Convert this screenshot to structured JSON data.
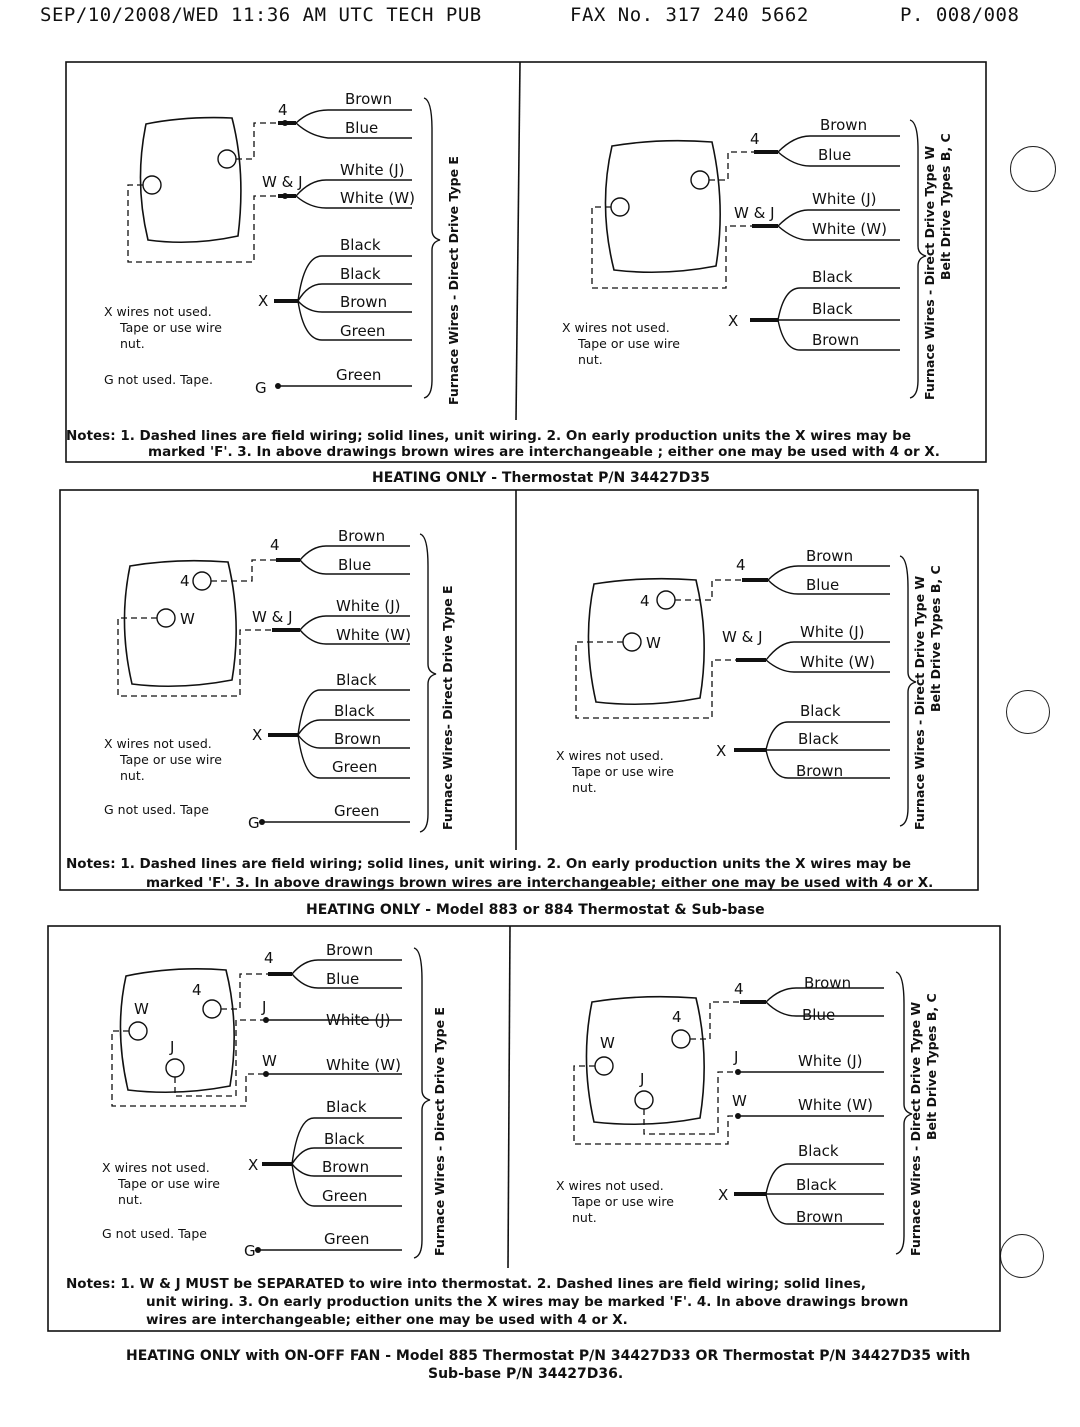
{
  "fax_header": {
    "date": "SEP/10/2008/WED 11:36 AM   UTC TECH PUB",
    "fax": "FAX No. 317 240 5662",
    "page": "P. 008/008"
  },
  "wire_labels": {
    "brown": "Brown",
    "blue": "Blue",
    "white_j": "White (J)",
    "white_w": "White (W)",
    "black": "Black",
    "green": "Green"
  },
  "terminal_labels": {
    "four": "4",
    "w_and_j": "W & J",
    "x": "X",
    "g": "G",
    "w": "W",
    "j": "J"
  },
  "side_labels": {
    "type_e": "Furnace Wires - Direct Drive Type E",
    "type_e_alt": "Furnace Wires- Direct Drive Type E",
    "type_w_line1": "Furnace Wires - Direct Drive Type W",
    "type_w_line2": "Belt Drive Types B, C"
  },
  "annotations": {
    "x_not_used_1": "X wires not used.",
    "x_not_used_2": "Tape or use wire",
    "x_not_used_3": "nut.",
    "g_not_used_tape": "G not used. Tape.",
    "g_not_used": "G not used. Tape"
  },
  "panels": [
    {
      "notes_line1": "Notes: 1. Dashed lines are field wiring; solid lines, unit wiring. 2. On early production units the X wires may be",
      "notes_line2": "marked 'F'. 3. In above drawings brown wires are interchangeable ; either one may be used with 4 or X.",
      "caption": "HEATING ONLY - Thermostat P/N 34427D35"
    },
    {
      "notes_line1": "Notes: 1. Dashed lines are field wiring; solid lines, unit wiring. 2. On early production units the X wires may be",
      "notes_line2": "marked 'F'. 3. In above drawings brown wires are interchangeable; either one may be used with 4 or X.",
      "caption": "HEATING ONLY - Model 883 or 884 Thermostat & Sub-base"
    },
    {
      "notes_line1": "Notes: 1. W & J MUST be SEPARATED to wire into thermostat. 2. Dashed lines are field wiring; solid lines,",
      "notes_line2": "unit wiring. 3. On early production units the X wires may be marked 'F'. 4. In above drawings brown",
      "notes_line3": "wires are interchangeable; either one may be used with 4 or X.",
      "caption_line1": "HEATING ONLY with ON-OFF FAN - Model 885 Thermostat P/N 34427D33 OR Thermostat P/N 34427D35 with",
      "caption_line2": "Sub-base P/N 34427D36."
    }
  ]
}
